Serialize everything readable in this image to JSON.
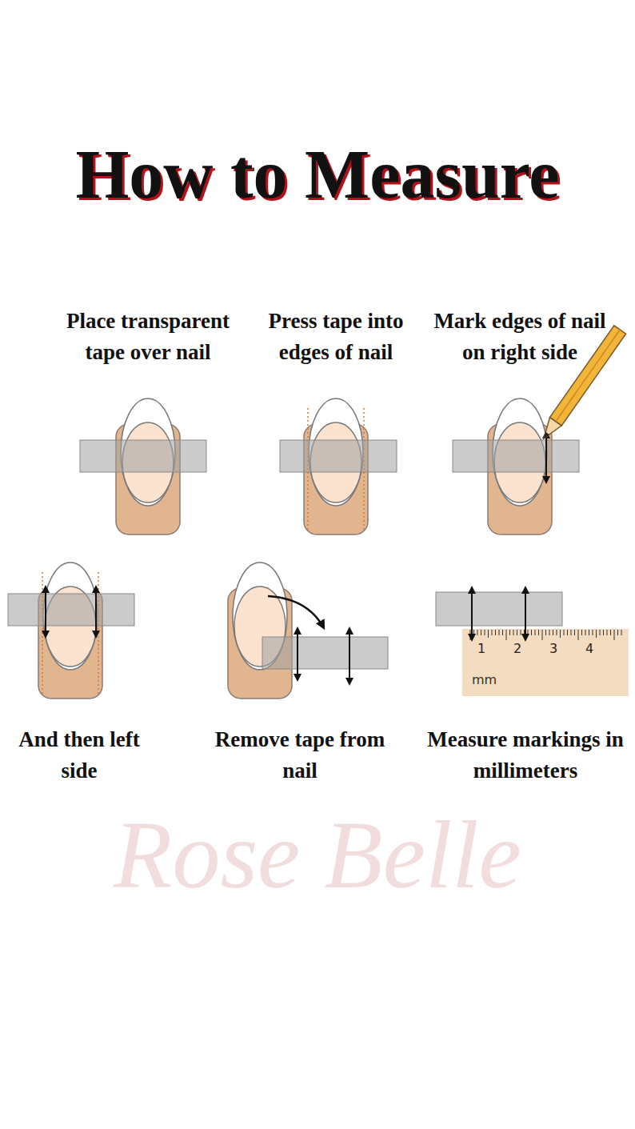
{
  "diagram": {
    "title": "How to Measure",
    "labels": [
      "Place transparent tape over nail",
      "Press tape into edges of nail",
      "Mark edges of nail on right side",
      "And then left side",
      "Remove tape from nail",
      "Measure markings in millimeters",
      "1",
      "2",
      "3",
      "4",
      "mm",
      "Rose Belle"
    ]
  }
}
